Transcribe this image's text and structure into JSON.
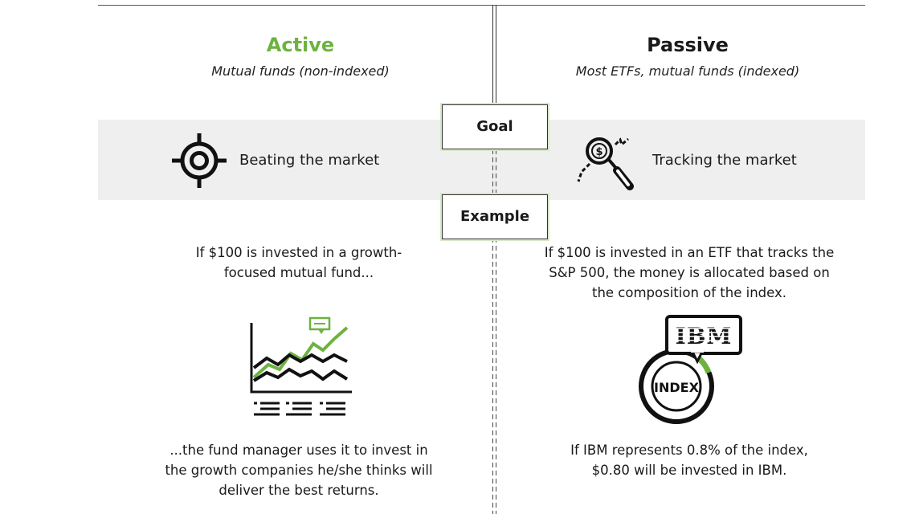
{
  "columns": {
    "active": {
      "title": "Active",
      "subtitle": "Mutual funds (non-indexed)",
      "goal": "Beating the market",
      "example_intro": "If $100 is invested in a growth-focused mutual fund...",
      "example_outcome": "...the fund manager uses it to invest in the growth companies he/she thinks will deliver the best returns."
    },
    "passive": {
      "title": "Passive",
      "subtitle": "Most ETFs, mutual funds (indexed)",
      "goal": "Tracking the market",
      "example_intro": "If $100 is invested in an ETF that tracks the S&P 500, the money is allocated based on the composition of the index.",
      "example_outcome": "If IBM represents 0.8% of the index, $0.80 will be invested in IBM."
    }
  },
  "labels": {
    "goal": "Goal",
    "example": "Example"
  },
  "icons": {
    "goal_active": "target-crosshair-icon",
    "goal_passive": "magnifier-dollar-icon",
    "example_active": "line-chart-icon",
    "example_passive": "index-ring-icon"
  },
  "logos": {
    "ibm": "IBM",
    "index": "INDEX"
  },
  "colors": {
    "accent_green": "#6cb33f",
    "text_dark": "#1a1a1a",
    "band_gray": "#efefef"
  }
}
